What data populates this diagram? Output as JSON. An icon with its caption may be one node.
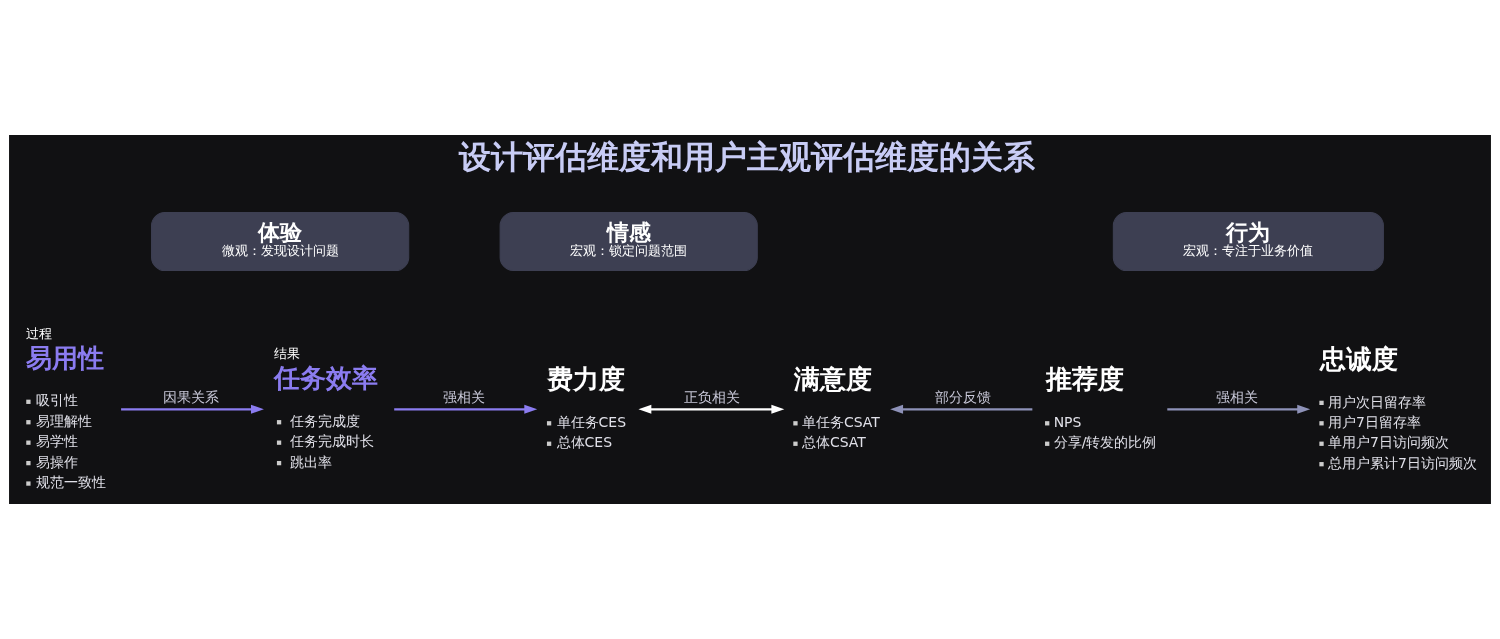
{
  "diagram": {
    "title": "设计评估维度和用户主观评估维度的关系",
    "nodes": [
      {
        "text": [
          "体验",
          "微观：发现设计问题"
        ]
      },
      {
        "text": [
          "情感",
          "宏观：锁定问题范围"
        ]
      },
      {
        "text": [
          "行为",
          "宏观：专注于业务价值"
        ]
      },
      {
        "text": [
          "过程",
          "易用性",
          "吸引性",
          "易理解性",
          "易学性",
          "易操作",
          "规范一致性"
        ]
      },
      {
        "text": [
          "结果",
          "任务效率",
          "任务完成度",
          "任务完成时长",
          "跳出率"
        ]
      },
      {
        "text": [
          "费力度",
          "单任务CES",
          "总体CES"
        ]
      },
      {
        "text": [
          "满意度",
          "单任务CSAT",
          "总体CSAT"
        ]
      },
      {
        "text": [
          "推荐度",
          "NPS",
          "分享/转发的比例"
        ]
      },
      {
        "text": [
          "忠诚度",
          "用户次日留存率",
          "用户7日留存率",
          "单用户7日访问频次",
          "总用户累计7日访问频次"
        ]
      }
    ],
    "edges": [
      {
        "from": 3,
        "to": 4,
        "arrow": "to",
        "label": "因果关系",
        "color": "#8b7cf0"
      },
      {
        "from": 4,
        "to": 5,
        "arrow": "to",
        "label": "强相关",
        "color": "#8b7cf0"
      },
      {
        "from": 5,
        "to": 6,
        "arrow": "both",
        "label": "正负相关",
        "color": "#ffffff"
      },
      {
        "from": 7,
        "to": 6,
        "arrow": "to",
        "label": "部分反馈",
        "color": "#8e92b8"
      },
      {
        "from": 7,
        "to": 8,
        "arrow": "to",
        "label": "强相关",
        "color": "#8e92b8"
      }
    ]
  }
}
